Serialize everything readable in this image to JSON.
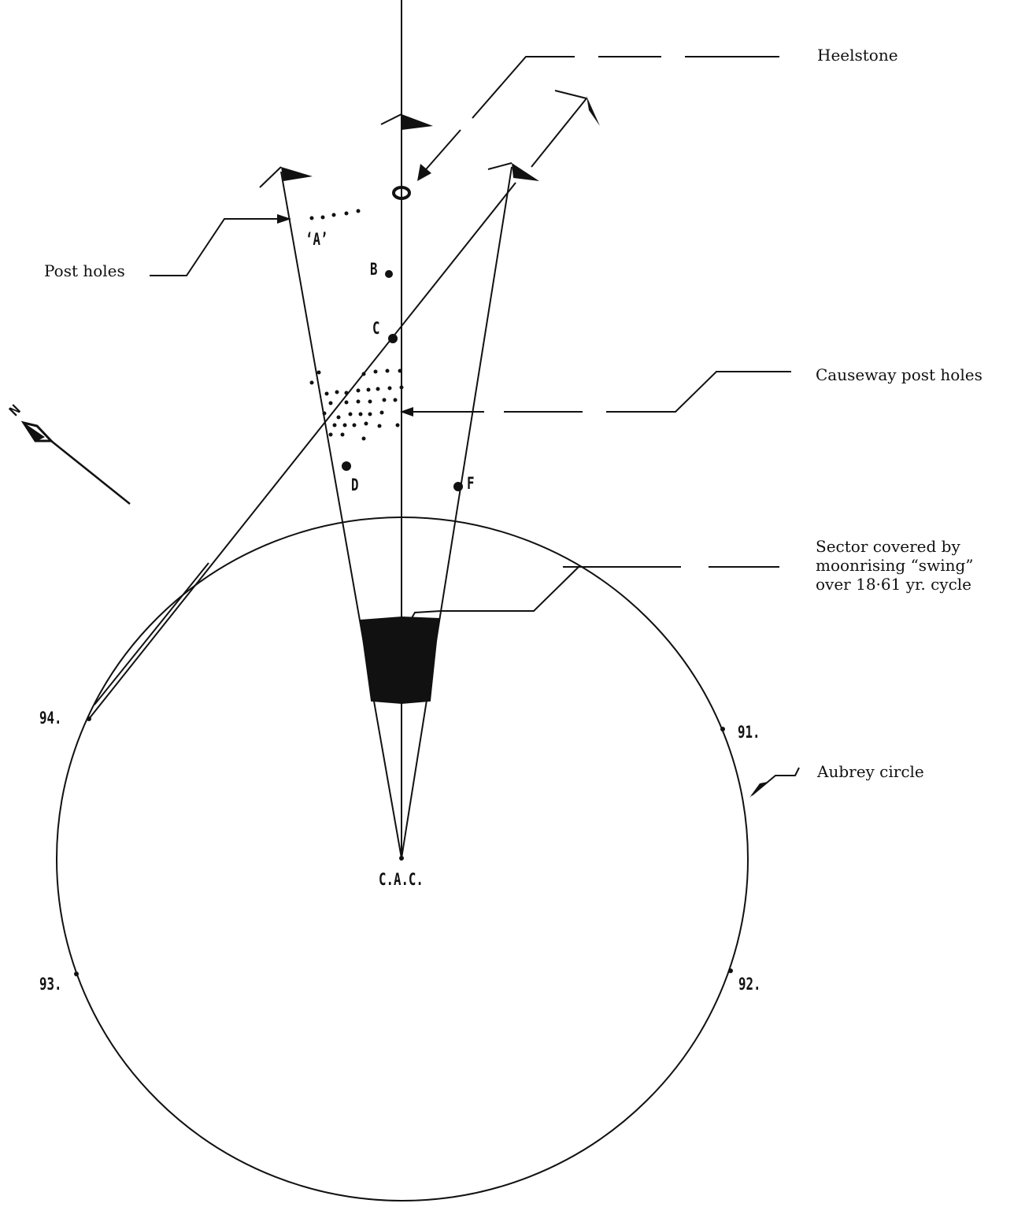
{
  "labels": {
    "heelstone": "Heelstone",
    "post_holes": "Post holes",
    "causeway_post_holes": "Causeway post holes",
    "sector_line1": "Sector covered by",
    "sector_line2": "moonrising “swing”",
    "sector_line3": "over 18·61 yr. cycle",
    "aubrey_circle": "Aubrey circle"
  },
  "points": {
    "A": "‘A’",
    "B": "B",
    "C": "C",
    "D": "D",
    "F": "F",
    "cac": "C.A.C.",
    "north": "N"
  },
  "aubrey_holes": [
    "91.",
    "92.",
    "93.",
    "94."
  ]
}
